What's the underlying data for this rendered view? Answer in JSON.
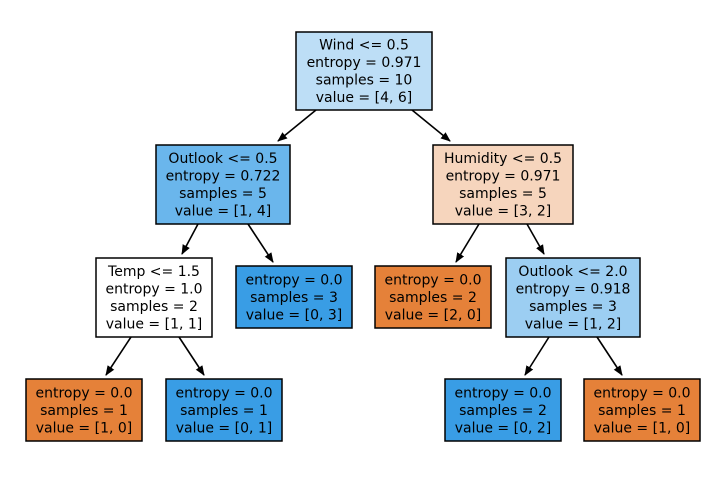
{
  "nodes": [
    {
      "id": "root",
      "lines": [
        "Wind <= 0.5",
        "entropy = 0.971",
        "samples = 10",
        "value = [4, 6]"
      ],
      "value": [
        4,
        6
      ],
      "fill": "#bddef6"
    },
    {
      "id": "left",
      "lines": [
        "Outlook <= 0.5",
        "entropy = 0.722",
        "samples = 5",
        "value = [1, 4]"
      ],
      "value": [
        1,
        4
      ],
      "fill": "#6ab6ec"
    },
    {
      "id": "right",
      "lines": [
        "Humidity <= 0.5",
        "entropy = 0.971",
        "samples = 5",
        "value = [3, 2]"
      ],
      "value": [
        3,
        2
      ],
      "fill": "#f6d5bd"
    },
    {
      "id": "left-left",
      "lines": [
        "Temp <= 1.5",
        "entropy = 1.0",
        "samples = 2",
        "value = [1, 1]"
      ],
      "value": [
        1,
        1
      ],
      "fill": "#ffffff"
    },
    {
      "id": "left-right",
      "lines": [
        "entropy = 0.0",
        "samples = 3",
        "value = [0, 3]"
      ],
      "value": [
        0,
        3
      ],
      "fill": "#399de5"
    },
    {
      "id": "right-left",
      "lines": [
        "entropy = 0.0",
        "samples = 2",
        "value = [2, 0]"
      ],
      "value": [
        2,
        0
      ],
      "fill": "#e58139"
    },
    {
      "id": "right-right",
      "lines": [
        "Outlook <= 2.0",
        "entropy = 0.918",
        "samples = 3",
        "value = [1, 2]"
      ],
      "value": [
        1,
        2
      ],
      "fill": "#9ccef2"
    },
    {
      "id": "ll-left",
      "lines": [
        "entropy = 0.0",
        "samples = 1",
        "value = [1, 0]"
      ],
      "value": [
        1,
        0
      ],
      "fill": "#e58139"
    },
    {
      "id": "ll-right",
      "lines": [
        "entropy = 0.0",
        "samples = 1",
        "value = [0, 1]"
      ],
      "value": [
        0,
        1
      ],
      "fill": "#399de5"
    },
    {
      "id": "rr-left",
      "lines": [
        "entropy = 0.0",
        "samples = 2",
        "value = [0, 2]"
      ],
      "value": [
        0,
        2
      ],
      "fill": "#399de5"
    },
    {
      "id": "rr-right",
      "lines": [
        "entropy = 0.0",
        "samples = 1",
        "value = [1, 0]"
      ],
      "value": [
        1,
        0
      ],
      "fill": "#e58139"
    }
  ],
  "edges": [
    {
      "from": "root",
      "to": "left"
    },
    {
      "from": "root",
      "to": "right"
    },
    {
      "from": "left",
      "to": "left-left"
    },
    {
      "from": "left",
      "to": "left-right"
    },
    {
      "from": "right",
      "to": "right-left"
    },
    {
      "from": "right",
      "to": "right-right"
    },
    {
      "from": "left-left",
      "to": "ll-left"
    },
    {
      "from": "left-left",
      "to": "ll-right"
    },
    {
      "from": "right-right",
      "to": "rr-left"
    },
    {
      "from": "right-right",
      "to": "rr-right"
    }
  ],
  "colors": {
    "border": "#000000",
    "edge": "#000000",
    "text": "#000000"
  }
}
